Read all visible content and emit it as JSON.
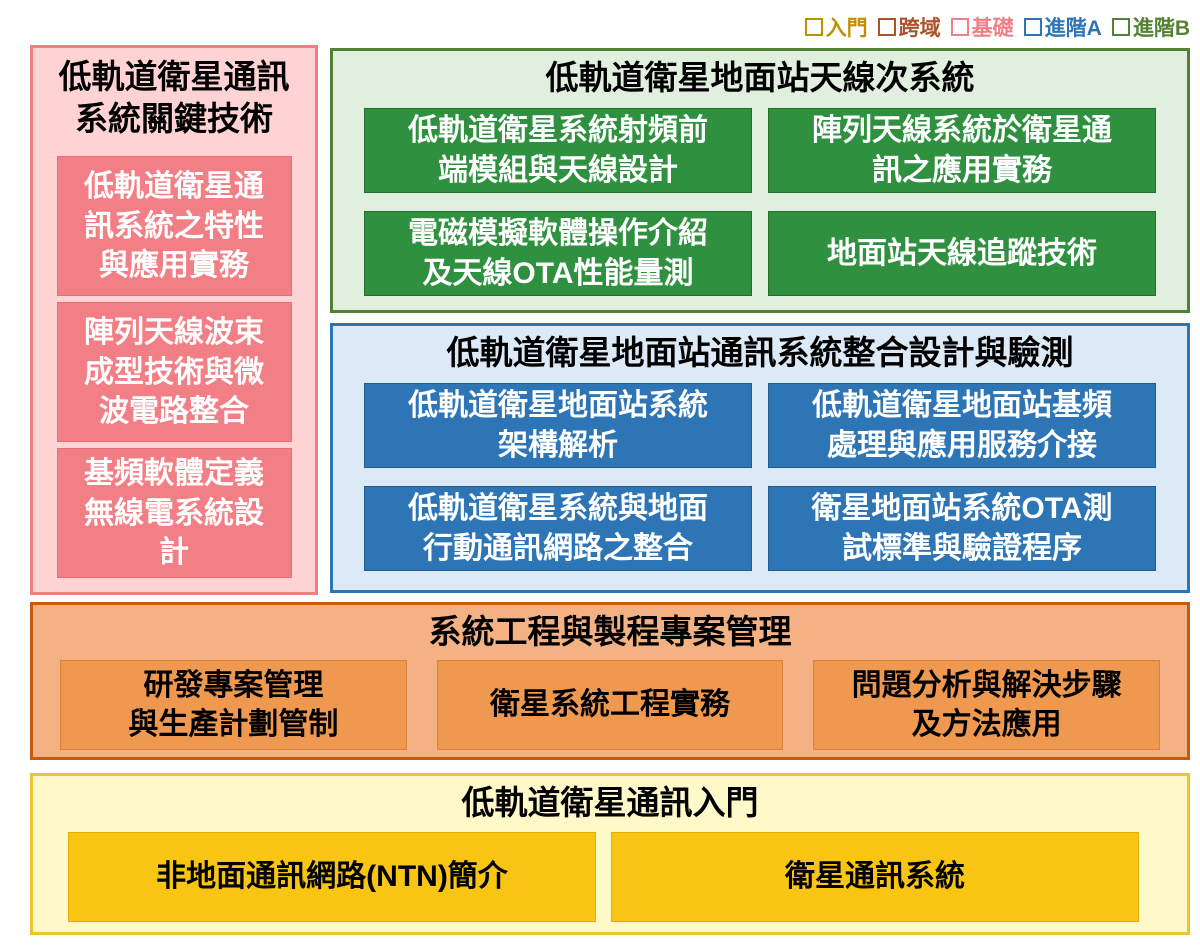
{
  "legend": {
    "items": [
      {
        "id": "intro",
        "label": "入門"
      },
      {
        "id": "cross",
        "label": "跨域"
      },
      {
        "id": "basic",
        "label": "基礎"
      },
      {
        "id": "advA",
        "label": "進階A"
      },
      {
        "id": "advB",
        "label": "進階B"
      }
    ]
  },
  "colors": {
    "intro": {
      "legend": "#BF9000",
      "panel-bg": "#FFF8C9",
      "panel-border": "#F1C232",
      "box-bg": "#F8C513",
      "box-border": "#E3AE06",
      "box-text": "#000000"
    },
    "cross": {
      "legend": "#A8542C",
      "panel-bg": "#F4B183",
      "panel-border": "#C55A11",
      "box-bg": "#EF9950",
      "box-border": "#DD8038",
      "box-text": "#000000"
    },
    "basic": {
      "legend": "#F27F85",
      "panel-bg": "#FFD3D3",
      "panel-border": "#F08080",
      "box-bg": "#F27F85",
      "box-border": "#E86E75",
      "box-text": "#FFFFFF"
    },
    "advA": {
      "legend": "#2E75B6",
      "panel-bg": "#DCE9F6",
      "panel-border": "#2E75B6",
      "box-bg": "#2E75B6",
      "box-border": "#1F5C94",
      "box-text": "#FFFFFF"
    },
    "advB": {
      "legend": "#548235",
      "panel-bg": "#E1EFDF",
      "panel-border": "#548235",
      "box-bg": "#2F9140",
      "box-border": "#20702E",
      "box-text": "#FFFFFF"
    }
  },
  "panels": {
    "key_tech": {
      "title": "低軌道衛星通訊\n系統關鍵技術",
      "courses": [
        "低軌道衛星通\n訊系統之特性\n與應用實務",
        "陣列天線波束\n成型技術與微\n波電路整合",
        "基頻軟體定義\n無線電系統設\n計"
      ]
    },
    "antenna": {
      "title": "低軌道衛星地面站天線次系統",
      "courses": [
        "低軌道衛星系統射頻前\n端模組與天線設計",
        "陣列天線系統於衛星通\n訊之應用實務",
        "電磁模擬軟體操作介紹\n及天線OTA性能量測",
        "地面站天線追蹤技術"
      ]
    },
    "integration": {
      "title": "低軌道衛星地面站通訊系統整合設計與驗測",
      "courses": [
        "低軌道衛星地面站系統\n架構解析",
        "低軌道衛星地面站基頻\n處理與應用服務介接",
        "低軌道衛星系統與地面\n行動通訊網路之整合",
        "衛星地面站系統OTA測\n試標準與驗證程序"
      ]
    },
    "sys_eng": {
      "title": "系統工程與製程專案管理",
      "courses": [
        "研發專案管理\n與生產計劃管制",
        "衛星系統工程實務",
        "問題分析與解決步驟\n及方法應用"
      ]
    },
    "intro_level": {
      "title": "低軌道衛星通訊入門",
      "courses": [
        "非地面通訊網路(NTN)簡介",
        "衛星通訊系統"
      ]
    }
  }
}
